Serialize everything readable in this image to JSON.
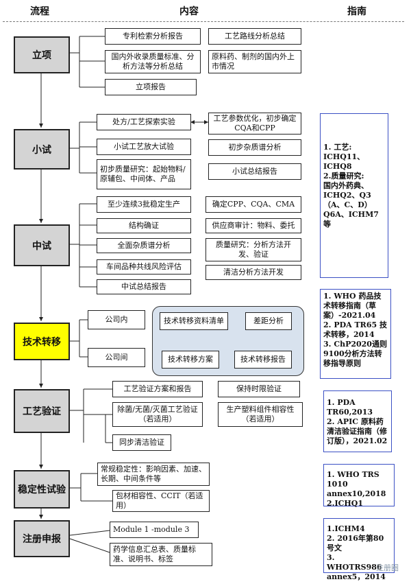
{
  "header": {
    "flow": "流程",
    "content": "内容",
    "guide": "指南"
  },
  "stages": [
    {
      "id": "lixiang",
      "label": "立项"
    },
    {
      "id": "xiaoshi",
      "label": "小试"
    },
    {
      "id": "zhongshi",
      "label": "中试"
    },
    {
      "id": "jishu",
      "label": "技术转移"
    },
    {
      "id": "gongyi",
      "label": "工艺验证"
    },
    {
      "id": "wending",
      "label": "稳定性试验"
    },
    {
      "id": "zhuce",
      "label": "注册申报"
    }
  ],
  "lixiang": {
    "patent": "专利检索分析报告",
    "quality": "国内外收录质量标准、分析方法等分析总结",
    "report": "立项报告",
    "route": "工艺路线分析总结",
    "market": "原料药、制剂的国内外上市情况"
  },
  "xiaoshi": {
    "explore": "处方/工艺探索实验",
    "scaleup": "小试工艺放大试验",
    "initial_quality": "初步质量研究：起始物料/原辅包、中间体、产品",
    "params": "工艺参数优化，初步确定CQA和CPP",
    "impurity": "初步杂质谱分析",
    "summary": "小试总结报告"
  },
  "zhongshi": {
    "batches": "至少连续3批稳定生产",
    "structure": "结构确证",
    "impurity": "全面杂质谱分析",
    "risk": "车间品种共线风险评估",
    "summary": "中试总结报告",
    "cpp": "确定CPP、CQA、CMA",
    "supplier": "供应商审计：物料、委托",
    "method": "质量研究：分析方法开发、验证",
    "cleaning": "清洁分析方法开发"
  },
  "jishu": {
    "internal": "公司内",
    "external": "公司间",
    "checklist": "技术转移资料清单",
    "gap": "差距分析",
    "plan": "技术转移方案",
    "report": "技术转移报告"
  },
  "gongyi": {
    "plan": "工艺验证方案和报告",
    "sterile": "除菌/无菌/灭菌工艺验证（若适用）",
    "clean": "同步清洁验证",
    "hold": "保持时限验证",
    "compat": "生产塑料组件相容性（若适用）"
  },
  "wending": {
    "routine": "常规稳定性：影响因素、加速、长期、中间条件等",
    "package": "包材相容性、CCIT（若适用）"
  },
  "zhuce": {
    "module": "Module 1 -module 3",
    "docs": "药学信息汇总表、质量标准、说明书、标签"
  },
  "guides": {
    "g1": "1. 工艺:\nICHQ11、ICHQ8\n2.质量研究:\n国内外药典、\nICHQ2、Q3\n（A、C、D）\nQ6A、ICHM7等",
    "g2": "1. WHO 药品技术转移指南（草案）-2021.04\n2. PDA TR65 技术转移，2014\n3. ChP2020通则9100分析方法转移指导原则",
    "g3": "1. PDA TR60,2013\n2.  APIC 原料药清洁验证指南（修订版），2021.02",
    "g4": "1. WHO TRS 1010 annex10,2018\n2.ICHQ1",
    "g5": "1.ICHM4\n2. 2016年第80号文\n3. WHOTRS986\nannex5，2014"
  },
  "watermark": "注册圈"
}
